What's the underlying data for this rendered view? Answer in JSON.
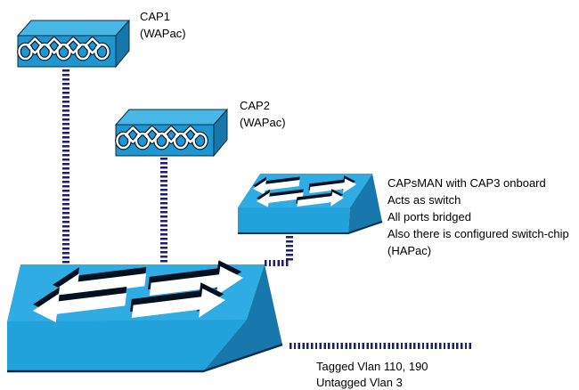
{
  "devices": {
    "cap1": {
      "name": "CAP1",
      "sub": "(WAPac)",
      "icon": "wireless-ap-icon"
    },
    "cap2": {
      "name": "CAP2",
      "sub": "(WAPac)",
      "icon": "wireless-ap-icon"
    },
    "capsman": {
      "icon": "switch-icon",
      "lines": [
        "CAPsMAN with CAP3 onboard",
        "Acts as switch",
        "All ports bridged",
        "Also there is configured switch-chip",
        "(HAPac)"
      ]
    },
    "core_switch": {
      "icon": "switch-icon"
    }
  },
  "legend": {
    "symbol": "dashed-line",
    "lines": [
      "Tagged Vlan 110, 190",
      "Untagged Vlan 3"
    ]
  },
  "colors": {
    "device_top": "#49b7e6",
    "device_front": "#1e97d0",
    "device_side": "#1578aa",
    "switch_top": "#2eace3",
    "switch_front": "#22a2db",
    "switch_side": "#1878ac",
    "connector": "#1e1e72",
    "edge": "#0a2b49"
  }
}
